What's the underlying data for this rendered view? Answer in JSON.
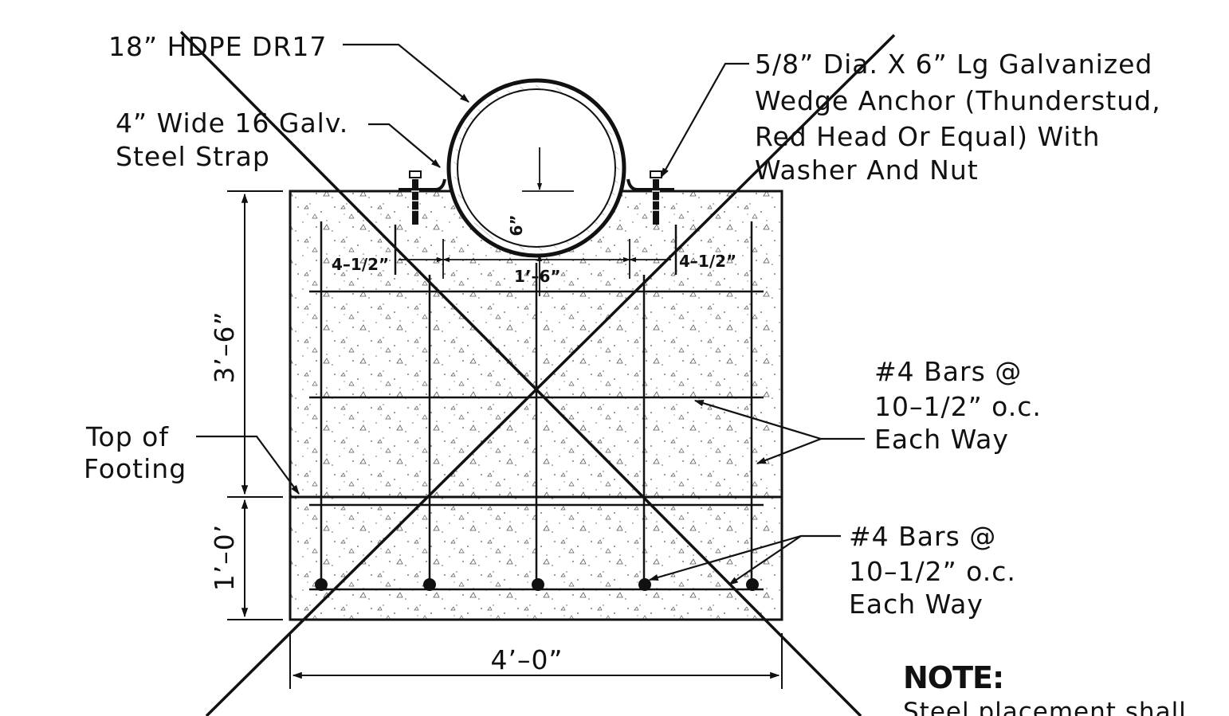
{
  "labels": {
    "pipe": "18” HDPE DR17",
    "strap_line1": "4” Wide 16 Galv.",
    "strap_line2": "Steel Strap",
    "anchor_line1": "5/8” Dia. X 6” Lg Galvanized",
    "anchor_line2": "Wedge Anchor (Thunderstud,",
    "anchor_line3": "Red Head Or Equal) With",
    "anchor_line4": "Washer And Nut",
    "bars_upper_line1": "#4 Bars @",
    "bars_upper_line2": "10–1/2” o.c.",
    "bars_upper_line3": "Each Way",
    "bars_lower_line1": "#4 Bars @",
    "bars_lower_line2": "10–1/2” o.c.",
    "bars_lower_line3": "Each Way",
    "top_footing_line1": "Top of",
    "top_footing_line2": "Footing"
  },
  "dimensions": {
    "height_total": "3’–6”",
    "height_footing": "1’–0’",
    "width": "4’–0”",
    "embed": "6”",
    "left_offset": "4–1/2”",
    "right_offset": "4–1/2”",
    "center_span": "1’–6”"
  },
  "note": {
    "heading": "NOTE:",
    "body": "Steel placement shall"
  },
  "colors": {
    "line": "#111111",
    "background": "#ffffff"
  }
}
